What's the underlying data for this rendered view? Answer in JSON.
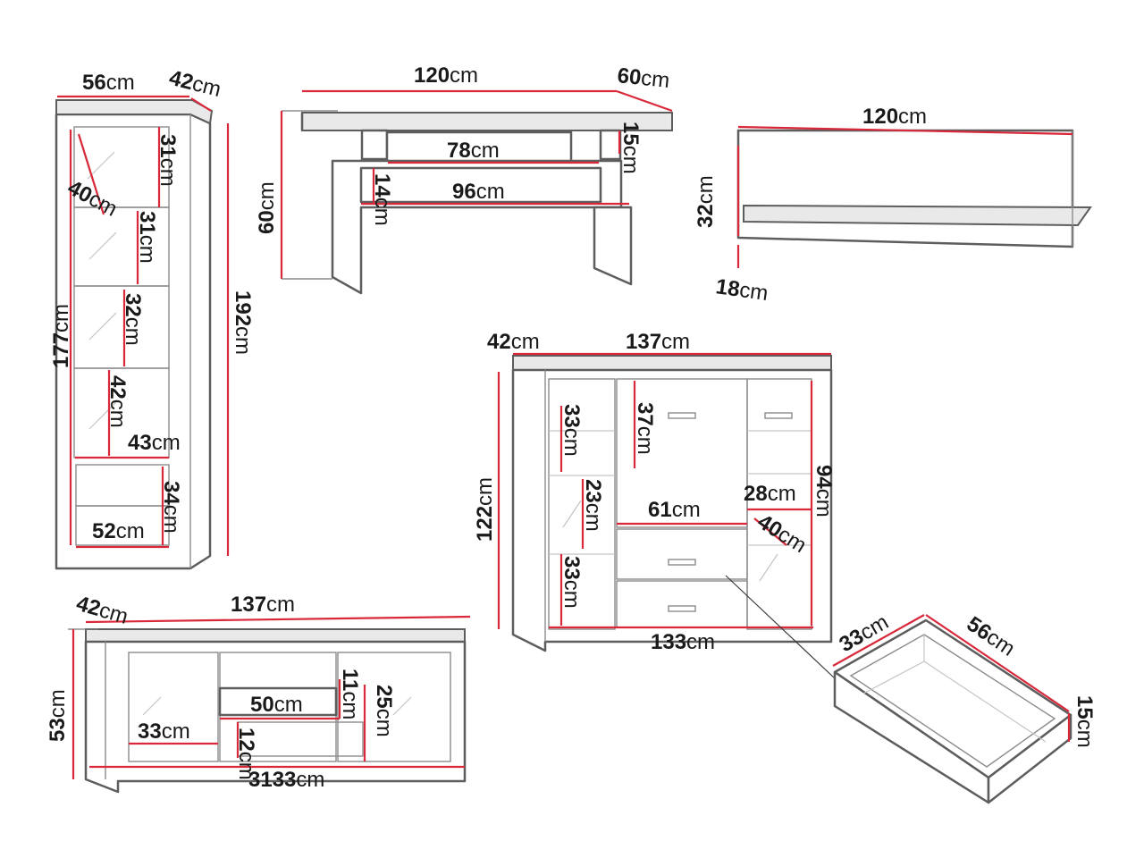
{
  "vitrine": {
    "width": "56",
    "depth": "42",
    "height_total": "192",
    "height_inner": "177",
    "shelf_1": "31",
    "shelf_2": "31",
    "shelf_3": "32",
    "shelf_4": "42",
    "glass_diag": "40",
    "inner_width": "43",
    "drawer_h": "34",
    "drawer_w": "52"
  },
  "table": {
    "width": "120",
    "depth": "60",
    "height": "60",
    "gap_width": "78",
    "gap_h": "15",
    "shelf_width": "96",
    "shelf_h": "14"
  },
  "wall_shelf": {
    "width": "120",
    "height": "32",
    "depth": "18"
  },
  "highboard": {
    "depth": "42",
    "width": "137",
    "height": "122",
    "inner_width": "133",
    "left_s1": "33",
    "left_s2": "23",
    "left_s3": "33",
    "mid_h": "37",
    "mid_w": "61",
    "right_w": "28",
    "right_h": "94",
    "right_diag": "40"
  },
  "tv_unit": {
    "depth": "42",
    "width": "137",
    "height": "53",
    "inner_width": "133",
    "left_w": "33",
    "mid_w": "50",
    "mid_h": "11",
    "mid_low_h": "12",
    "right_h": "25"
  },
  "drawer": {
    "width": "33",
    "depth": "56",
    "height": "15"
  },
  "unit": "cm"
}
